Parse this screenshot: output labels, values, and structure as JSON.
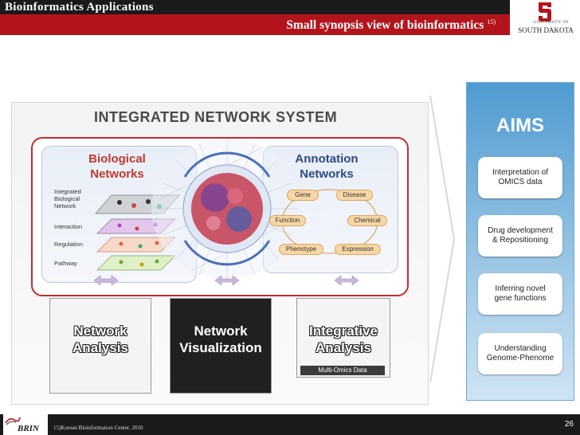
{
  "header": {
    "title": "Bioinformatics  Applications",
    "subtitle": "Small synopsis view of bioinformatics",
    "subtitle_ref": "15)",
    "university_top": "UNIVERSITY OF",
    "university_name": "SOUTH DAKOTA"
  },
  "diagram": {
    "system_title": "INTEGRATED NETWORK SYSTEM",
    "biological": {
      "title_line1": "Biological",
      "title_line2": "Networks",
      "layers": [
        "Integrated",
        "Biological",
        "Network",
        "Interaction",
        "Regulation",
        "Pathway"
      ]
    },
    "annotation": {
      "title_line1": "Annotation",
      "title_line2": "Networks",
      "nodes": [
        "Gene",
        "Disease",
        "Function",
        "Chemical",
        "Phenotype",
        "Expression"
      ]
    },
    "panels": [
      {
        "line1": "Network",
        "line2": "Analysis"
      },
      {
        "line1": "Network",
        "line2": "Visualization"
      },
      {
        "line1": "Integrative",
        "line2": "Analysis"
      }
    ],
    "multi_omics": "Multi-Omics Data"
  },
  "aims": {
    "title": "AIMS",
    "items": [
      {
        "line1": "Interpretation of",
        "line2": "OMICS data"
      },
      {
        "line1": "Drug development",
        "line2": "& Repositioning"
      },
      {
        "line1": "Inferring novel",
        "line2": "gene functions"
      },
      {
        "line1": "Understanding",
        "line2": "Genome-Phenome"
      }
    ]
  },
  "footer": {
    "logo_text": "BRIN",
    "note": "15)Korean Bioinformation Center, 2010",
    "page": "26"
  },
  "colors": {
    "header_red": "#b3141b",
    "aims_blue": "#4f9bd0",
    "frame_red": "#c42c31"
  }
}
